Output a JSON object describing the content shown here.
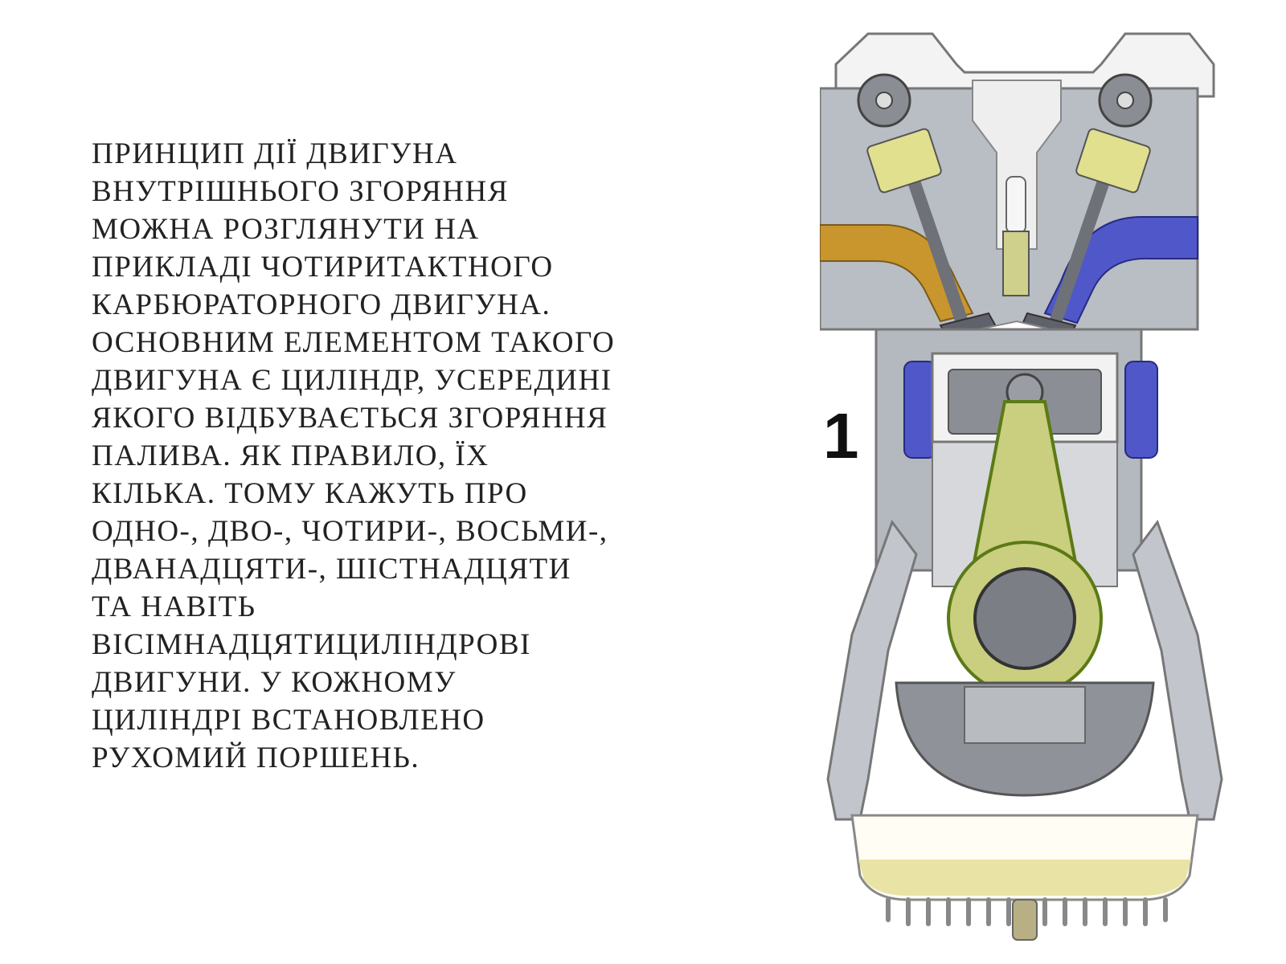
{
  "text": {
    "lines": [
      "ПРИНЦИП ДІЇ ДВИГУНА",
      "ВНУТРІШНЬОГО ЗГОРЯННЯ",
      "МОЖНА РОЗГЛЯНУТИ НА",
      "ПРИКЛАДІ ЧОТИРИТАКТНОГО",
      "КАРБЮРАТОРНОГО ДВИГУНА.",
      "ОСНОВНИМ ЕЛЕМЕНТОМ ТАКОГО",
      "ДВИГУНА Є ЦИЛІНДР, УСЕРЕДИНІ",
      "ЯКОГО ВІДБУВАЄТЬСЯ ЗГОРЯННЯ",
      "ПАЛИВА. ЯК ПРАВИЛО, ЇХ",
      "КІЛЬКА. ТОМУ КАЖУТЬ ПРО",
      "ОДНО-, ДВО-, ЧОТИРИ-, ВОСЬМИ-,",
      "ДВАНАДЦЯТИ-, ШІСТНАДЦЯТИ",
      "ТА НАВІТЬ",
      "ВІСІМНАДЦЯТИЦИЛІНДРОВІ",
      "ДВИГУНИ. У КОЖНОМУ",
      "ЦИЛІНДРІ ВСТАНОВЛЕНО",
      "РУХОМИЙ ПОРШЕНЬ."
    ]
  },
  "figure": {
    "stroke_label": "1"
  }
}
